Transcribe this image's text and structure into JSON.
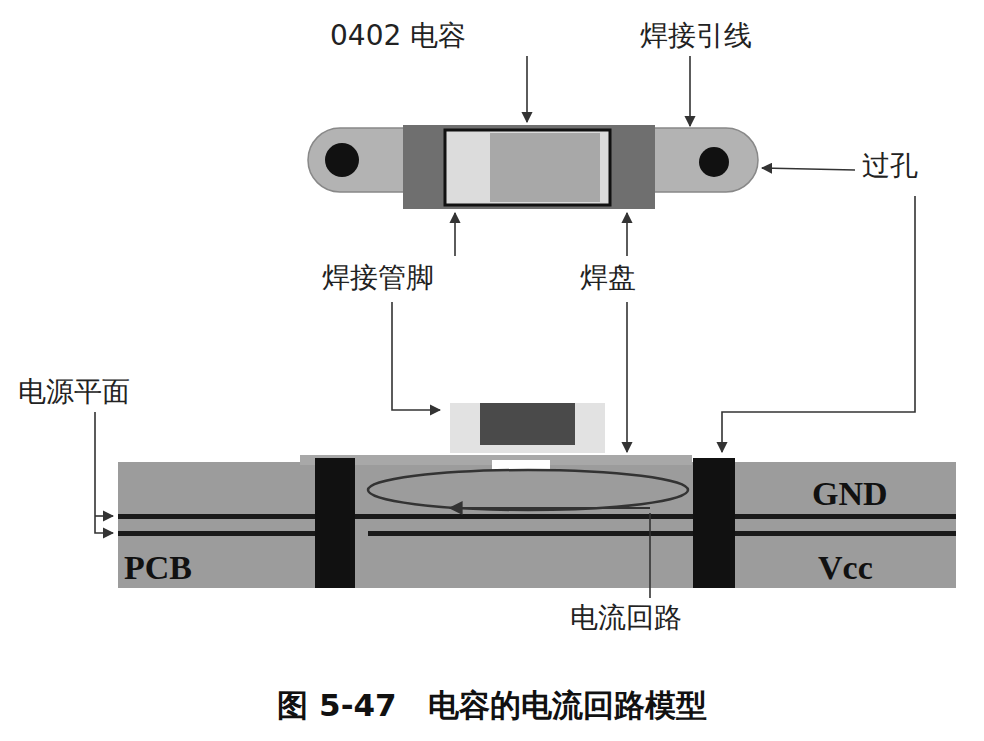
{
  "diagram": {
    "caption": "图 5-47　电容的电流回路模型",
    "labels": [
      "0402 电容",
      "焊接引线",
      "过孔",
      "焊接管脚",
      "焊盘",
      "电源平面",
      "GND",
      "PCB",
      "Vcc",
      "电流回路"
    ]
  }
}
